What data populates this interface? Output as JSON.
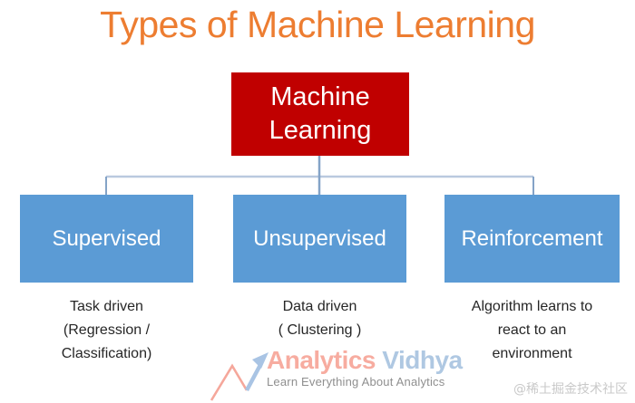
{
  "title": {
    "text": "Types of Machine Learning",
    "color": "#ED7D31"
  },
  "root": {
    "label": "Machine Learning",
    "bg_color": "#C00000",
    "text_color": "#FFFFFF"
  },
  "branches": [
    {
      "label": "Supervised",
      "desc_lines": [
        "Task driven",
        "(Regression /",
        "Classification)"
      ]
    },
    {
      "label": "Unsupervised",
      "desc_lines": [
        "Data driven",
        "( Clustering )"
      ]
    },
    {
      "label": "Reinforcement",
      "desc_lines": [
        "Algorithm learns to",
        "react to an",
        "environment"
      ]
    }
  ],
  "branch_style": {
    "bg_color": "#5B9BD5",
    "text_color": "#FFFFFF"
  },
  "connector_colors": {
    "horizontal": "#BAC9DF",
    "vertical": "#84A3C7"
  },
  "logo": {
    "name_first": "Analytics",
    "name_second": "Vidhya",
    "tagline": "Learn Everything About Analytics",
    "name_first_color": "#F7ACA0",
    "name_second_color": "#AFC8E2",
    "tagline_color": "#8F8F8F",
    "icon_coral": "#F5A79B",
    "icon_blue": "#A9C4E4"
  },
  "watermark": {
    "text": "@稀土掘金技术社区",
    "color": "#C9C9C9"
  }
}
